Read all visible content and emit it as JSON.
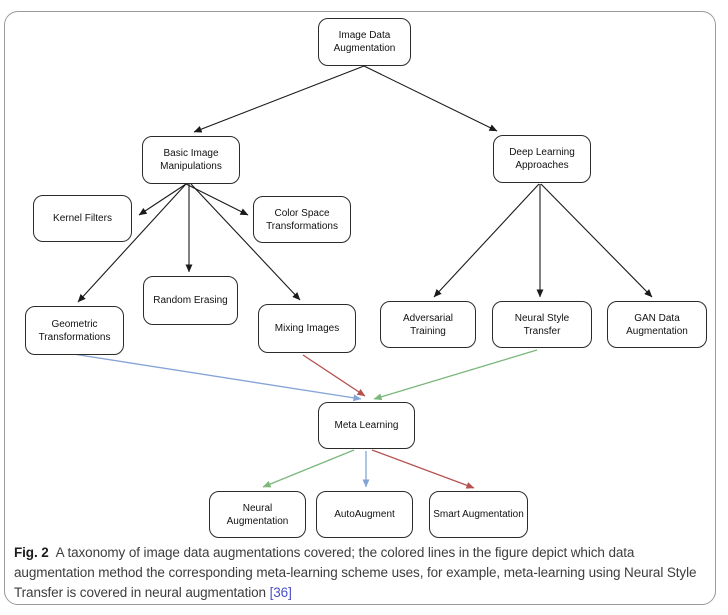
{
  "figure": {
    "caption": {
      "fig_label": "Fig. 2",
      "text": "A taxonomy of image data augmentations covered; the colored lines in the figure depict which data augmentation method the corresponding meta-learning scheme uses, for example, meta-learning using Neural Style Transfer is covered in neural augmentation",
      "citation": "[36]"
    },
    "colors": {
      "arrow_black": "#1a1a1a",
      "arrow_blue": "#85a3d6",
      "arrow_red": "#b5524f",
      "arrow_green": "#7cb77c",
      "citation_link": "#4a50c4",
      "panel_border": "#9a9a9a"
    },
    "nodes": {
      "image_data_augmentation": "Image Data Augmentation",
      "basic_image_manipulations": "Basic Image Manipulations",
      "deep_learning_approaches": "Deep Learning Approaches",
      "kernel_filters": "Kernel Filters",
      "color_space_transformations": "Color Space Transformations",
      "random_erasing": "Random Erasing",
      "geometric_transformations": "Geometric Transformations",
      "mixing_images": "Mixing Images",
      "adversarial_training": "Adversarial Training",
      "neural_style_transfer": "Neural Style Transfer",
      "gan_data_augmentation": "GAN Data Augmentation",
      "meta_learning": "Meta Learning",
      "neural_augmentation": "Neural Augmentation",
      "autoaugment": "AutoAugment",
      "smart_augmentation": "Smart Augmentation"
    },
    "edges": {
      "black": [
        {
          "from": "image_data_augmentation",
          "to": "basic_image_manipulations"
        },
        {
          "from": "image_data_augmentation",
          "to": "deep_learning_approaches"
        },
        {
          "from": "basic_image_manipulations",
          "to": "kernel_filters"
        },
        {
          "from": "basic_image_manipulations",
          "to": "color_space_transformations"
        },
        {
          "from": "basic_image_manipulations",
          "to": "random_erasing"
        },
        {
          "from": "basic_image_manipulations",
          "to": "geometric_transformations"
        },
        {
          "from": "basic_image_manipulations",
          "to": "mixing_images"
        },
        {
          "from": "deep_learning_approaches",
          "to": "adversarial_training"
        },
        {
          "from": "deep_learning_approaches",
          "to": "neural_style_transfer"
        },
        {
          "from": "deep_learning_approaches",
          "to": "gan_data_augmentation"
        }
      ],
      "colored": [
        {
          "from": "geometric_transformations",
          "to": "meta_learning",
          "color": "blue"
        },
        {
          "from": "mixing_images",
          "to": "meta_learning",
          "color": "red"
        },
        {
          "from": "neural_style_transfer",
          "to": "meta_learning",
          "color": "green"
        },
        {
          "from": "meta_learning",
          "to": "neural_augmentation",
          "color": "green"
        },
        {
          "from": "meta_learning",
          "to": "autoaugment",
          "color": "blue"
        },
        {
          "from": "meta_learning",
          "to": "smart_augmentation",
          "color": "red"
        }
      ]
    }
  }
}
